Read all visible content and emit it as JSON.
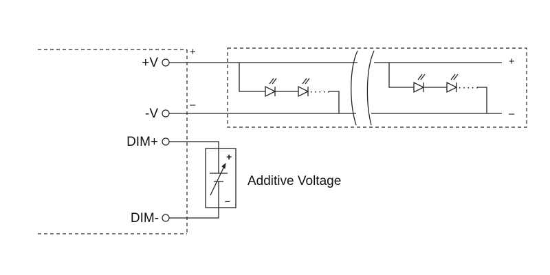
{
  "terminals": {
    "v_plus": "+V",
    "v_minus": "-V",
    "dim_plus": "DIM+",
    "dim_minus": "DIM-"
  },
  "driver_polarity": {
    "plus": "+",
    "minus": "–"
  },
  "led_string_polarity": {
    "plus": "+",
    "minus": "–"
  },
  "voltage_source": {
    "label": "Additive Voltage",
    "plus": "+",
    "minus": "–"
  },
  "led_chain": {
    "ellipsis": "·····"
  }
}
